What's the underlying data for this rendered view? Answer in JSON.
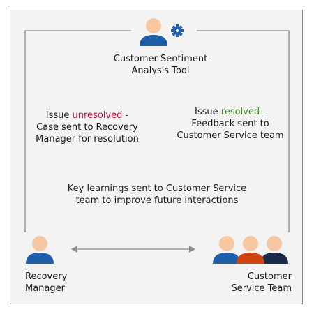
{
  "tool": {
    "name_line1": "Customer Sentiment",
    "name_line2": "Analysis Tool",
    "icon": "person-with-gear-icon"
  },
  "left_note": {
    "prefix": "Issue ",
    "status": "unresolved -",
    "line2": "Case sent to Recovery",
    "line3": "Manager for resolution"
  },
  "right_note": {
    "prefix": "Issue ",
    "status": "resolved -",
    "line2": "Feedback sent to",
    "line3": "Customer Service team"
  },
  "center_note": {
    "line1": "Key learnings sent to Customer Service",
    "line2": "team to improve future interactions"
  },
  "recovery": {
    "line1": "Recovery",
    "line2": "Manager",
    "icon": "person-icon"
  },
  "service_team": {
    "line1": "Customer",
    "line2": "Service Team",
    "icon": "team-icon"
  },
  "colors": {
    "unresolved": "#b5173b",
    "resolved": "#3f8a1e",
    "person_blue": "#1f5ea8",
    "person_orange": "#d14410",
    "person_navy": "#1b2a4a",
    "gear": "#1f5ea8",
    "skin": "#f7c7a1"
  }
}
